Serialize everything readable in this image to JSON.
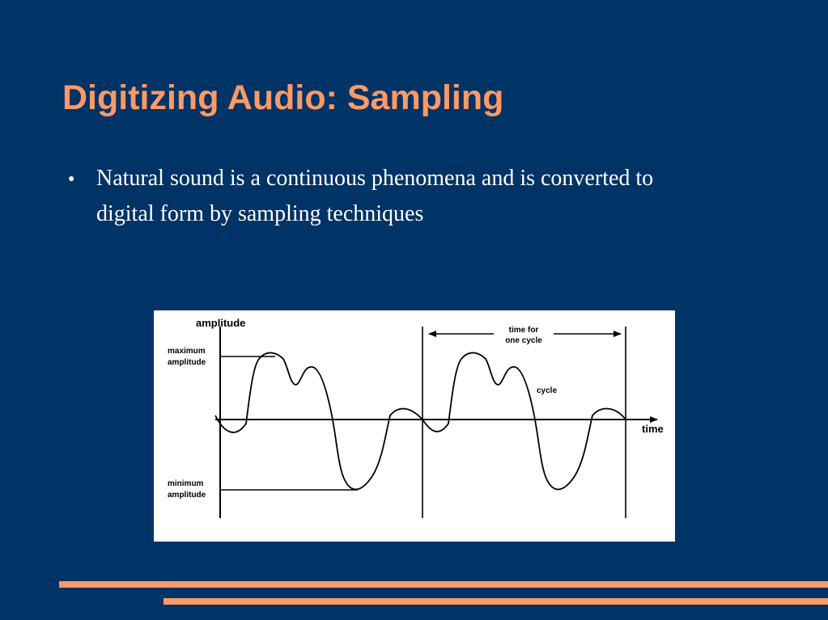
{
  "slide": {
    "title": "Digitizing Audio: Sampling",
    "bullets": [
      {
        "marker": "●",
        "text": "Natural sound is a continuous phenomena and is converted to digital form by sampling techniques"
      }
    ]
  },
  "figure": {
    "axis_y_label": "amplitude",
    "axis_x_label": "time",
    "max_label": [
      "maximum",
      "amplitude"
    ],
    "min_label": [
      "minimum",
      "amplitude"
    ],
    "cycle_span_label": [
      "time for",
      "one cycle"
    ],
    "cycle_label": "cycle"
  },
  "colors": {
    "background": "#003366",
    "accent": "#FF9966",
    "body_text": "#FFFFFF",
    "figure_background": "#FFFFFF",
    "figure_ink": "#000000"
  }
}
